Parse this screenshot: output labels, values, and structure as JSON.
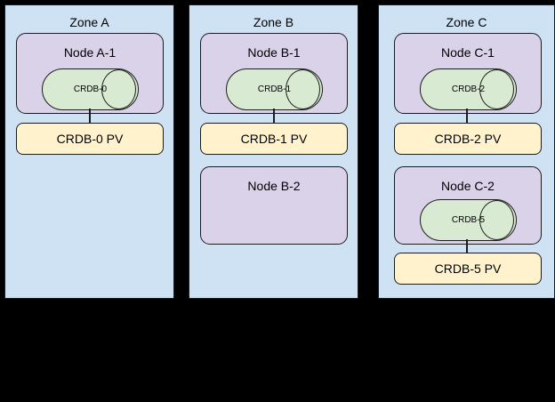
{
  "diagram": {
    "description": "CockroachDB zone / node / persistent volume topology diagram",
    "colors": {
      "background": "#000000",
      "zone_fill": "#cfe2f3",
      "node_fill": "#d9d2e9",
      "db_cylinder_fill": "#d9ead3",
      "pv_fill": "#fff2cc",
      "border": "#1c1c1c"
    },
    "zones": [
      {
        "title": "Zone A",
        "nodes": [
          {
            "title": "Node A-1",
            "db": "CRDB-0"
          }
        ],
        "pvs": [
          "CRDB-0 PV"
        ]
      },
      {
        "title": "Zone B",
        "nodes": [
          {
            "title": "Node B-1",
            "db": "CRDB-1"
          },
          {
            "title": "Node B-2"
          }
        ],
        "pvs": [
          "CRDB-1 PV"
        ]
      },
      {
        "title": "Zone C",
        "nodes": [
          {
            "title": "Node C-1",
            "db": "CRDB-2"
          },
          {
            "title": "Node C-2",
            "db": "CRDB-5"
          }
        ],
        "pvs": [
          "CRDB-2 PV",
          "CRDB-5 PV"
        ]
      }
    ]
  }
}
